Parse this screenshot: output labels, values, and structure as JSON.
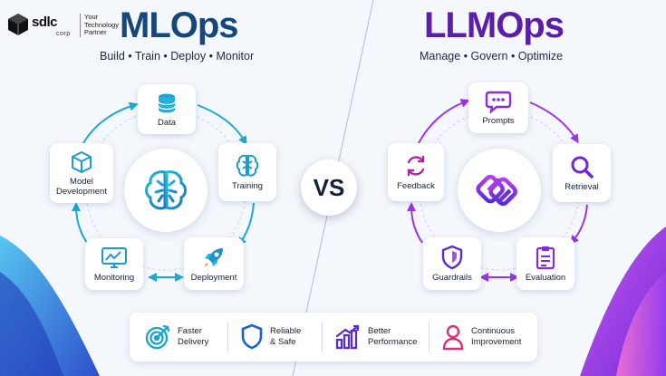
{
  "logo": {
    "brand": "sdlc",
    "corp": "corp",
    "tagline": [
      "Your",
      "Technology",
      "Partner"
    ]
  },
  "mlops": {
    "title": "MLOps",
    "subtitle": "Build • Train • Deploy • Monitor",
    "cards": {
      "data": "Data",
      "training": "Training",
      "deployment": "Deployment",
      "monitoring": "Monitoring",
      "model_dev": [
        "Model",
        "Development"
      ]
    }
  },
  "vs": "VS",
  "llmops": {
    "title": "LLMOps",
    "subtitle": "Manage • Govern • Optimize",
    "cards": {
      "prompts": "Prompts",
      "retrieval": "Retrieval",
      "evaluation": "Evaluation",
      "guardrails": "Guardrails",
      "feedback": "Feedback"
    }
  },
  "benefits": [
    {
      "lines": [
        "Faster",
        "Delivery"
      ],
      "icon": "target-icon"
    },
    {
      "lines": [
        "Reliable",
        "& Safe"
      ],
      "icon": "shield-icon"
    },
    {
      "lines": [
        "Better",
        "Performance"
      ],
      "icon": "bar-chart-icon"
    },
    {
      "lines": [
        "Continuous",
        "Improvement"
      ],
      "icon": "person-icon"
    }
  ],
  "colors": {
    "ml_accent": "#17a3c8",
    "ml_title": "#16467e",
    "llm_accent": "#8a2be2",
    "llm_title": "#5a1ea8",
    "pink": "#d6317a"
  }
}
